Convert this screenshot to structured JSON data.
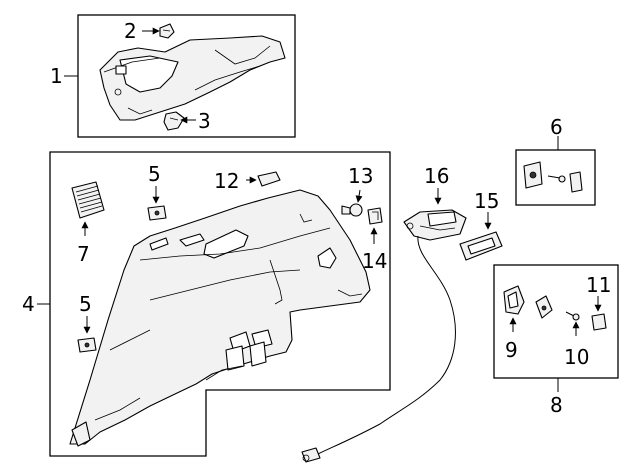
{
  "callouts": {
    "c1": "1",
    "c2": "2",
    "c3": "3",
    "c4": "4",
    "c5a": "5",
    "c5b": "5",
    "c6": "6",
    "c7": "7",
    "c8": "8",
    "c9": "9",
    "c10": "10",
    "c11": "11",
    "c12": "12",
    "c13": "13",
    "c14": "14",
    "c15": "15",
    "c16": "16"
  },
  "colors": {
    "line": "#000000",
    "fill": "#f2f2f2",
    "background": "#ffffff"
  }
}
